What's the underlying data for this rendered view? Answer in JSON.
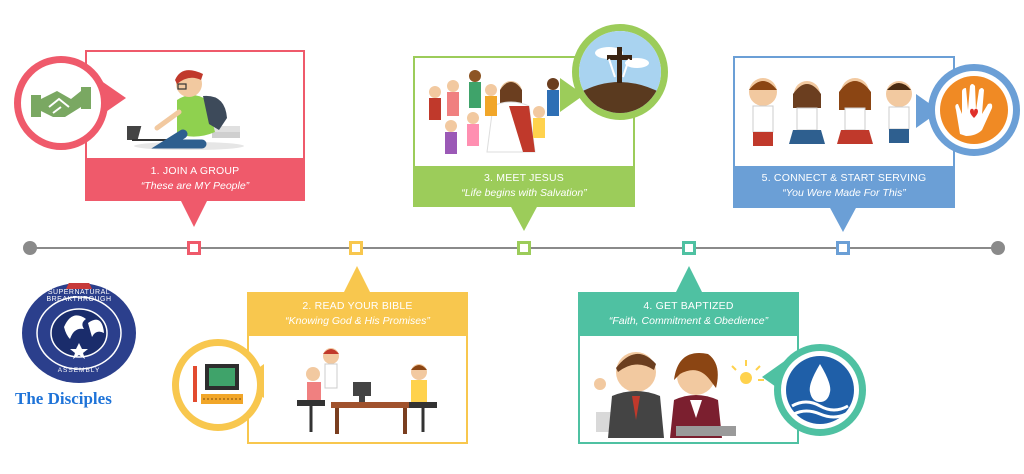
{
  "brand": {
    "name": "The Disciples",
    "logo_ring_text": "SUPERNATURAL BREAKTHROUGH",
    "logo_bottom_text": "ASSEMBLY",
    "logo_color": "#2b3f8c"
  },
  "steps": [
    {
      "title": "1. JOIN A GROUP",
      "subtitle": "“These are MY People”",
      "color": "#ef5a6b",
      "icon": "handshake-icon"
    },
    {
      "title": "2. READ YOUR BIBLE",
      "subtitle": "“Knowing God & His Promises”",
      "color": "#f8c74e",
      "icon": "laptop-icon"
    },
    {
      "title": "3. MEET JESUS",
      "subtitle": "“Life begins with Salvation”",
      "color": "#9ccc5a",
      "icon": "cross-icon"
    },
    {
      "title": "4. GET BAPTIZED",
      "subtitle": "“Faith, Commitment & Obedience”",
      "color": "#4fc1a2",
      "icon": "water-drop-icon"
    },
    {
      "title": "5. CONNECT & START SERVING",
      "subtitle": "“You Were Made For This”",
      "color": "#6b9fd6",
      "icon": "hand-heart-icon"
    }
  ],
  "timeline_color": "#8a8a8a"
}
